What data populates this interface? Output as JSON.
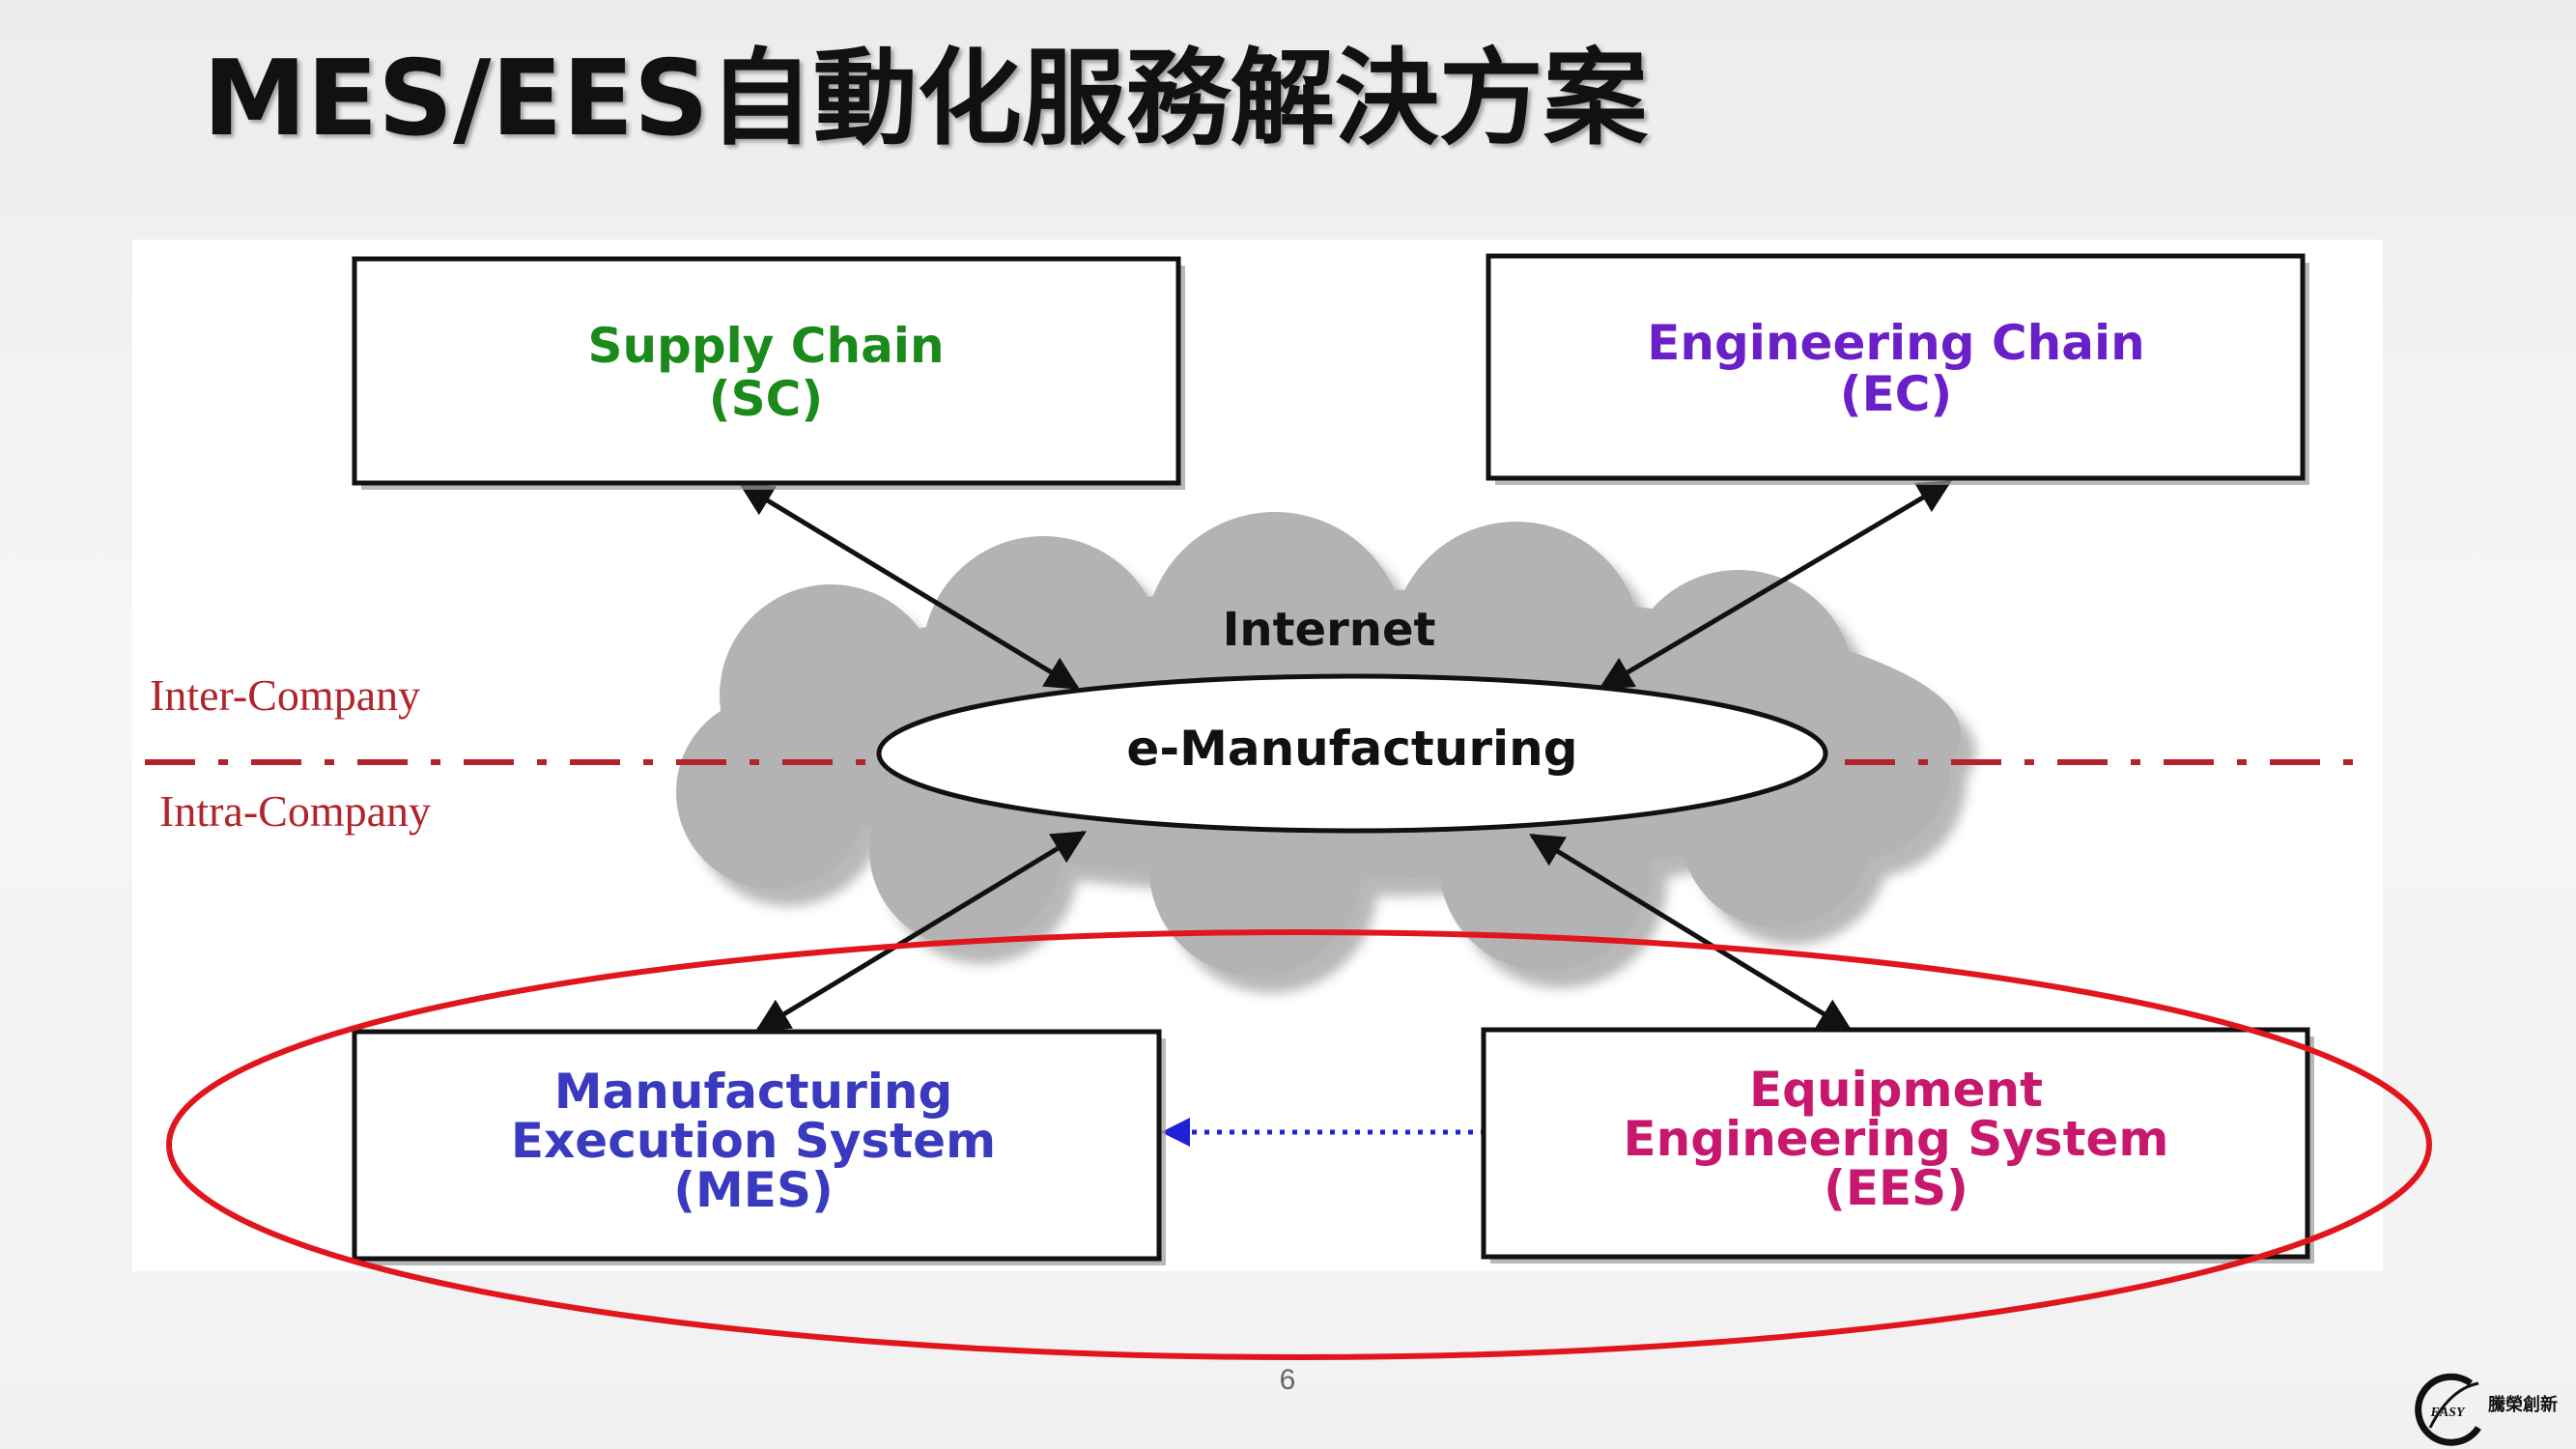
{
  "slide": {
    "title": "MES/EES自動化服務解決方案",
    "page_number": "6"
  },
  "diagram": {
    "boxes": {
      "sc": {
        "line1": "Supply Chain",
        "line2": "(SC)",
        "color": "#1a8a1a"
      },
      "ec": {
        "line1": "Engineering Chain",
        "line2": "(EC)",
        "color": "#6b1fc9"
      },
      "mes": {
        "line1": "Manufacturing",
        "line2": "Execution System",
        "line3": "(MES)",
        "color": "#3a3ac0"
      },
      "ees": {
        "line1": "Equipment",
        "line2": "Engineering System",
        "line3": "(EES)",
        "color": "#c8186e"
      }
    },
    "cloud_label": "Internet",
    "hub_label": "e-Manufacturing",
    "boundary": {
      "upper_label": "Inter-Company",
      "lower_label": "Intra-Company",
      "color": "#b2242c"
    },
    "highlight_color": "#e0161c",
    "dotted_arrow_color": "#2020d8"
  },
  "logo": {
    "mark_text": "EASY",
    "brand_text": "騰榮創新",
    "icon": "swoosh-circle-logo"
  }
}
